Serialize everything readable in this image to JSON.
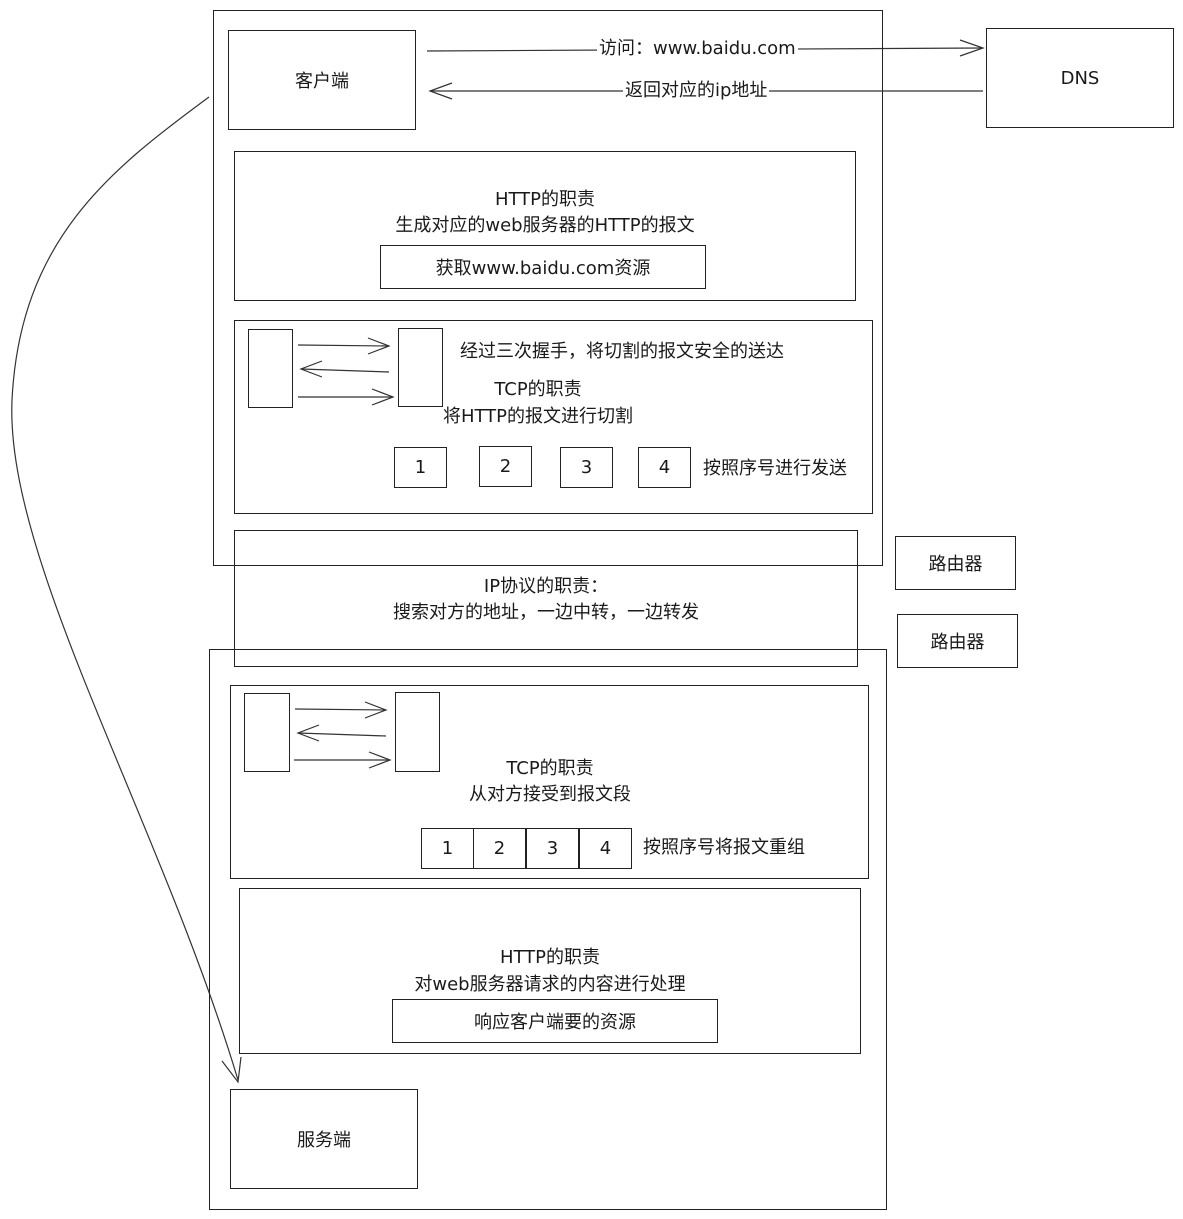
{
  "client": {
    "label": "客户端"
  },
  "dns": {
    "label": "DNS",
    "visit_label": "访问：www.baidu.com",
    "return_label": "返回对应的ip地址"
  },
  "client_http": {
    "line1": "HTTP的职责",
    "line2": "生成对应的web服务器的HTTP的报文",
    "resource": "获取www.baidu.com资源"
  },
  "client_tcp": {
    "handshake": "经过三次握手，将切割的报文安全的送达",
    "line1": "TCP的职责",
    "line2": "将HTTP的报文进行切割",
    "segments": [
      "1",
      "2",
      "3",
      "4"
    ],
    "send_label": "按照序号进行发送"
  },
  "ip": {
    "line1": "IP协议的职责：",
    "line2": "搜索对方的地址，一边中转，一边转发"
  },
  "routers": [
    "路由器",
    "路由器"
  ],
  "server_tcp": {
    "line1": "TCP的职责",
    "line2": "从对方接受到报文段",
    "segments": [
      "1",
      "2",
      "3",
      "4"
    ],
    "reassemble_label": "按照序号将报文重组"
  },
  "server_http": {
    "line1": "HTTP的职责",
    "line2": "对web服务器请求的内容进行处理",
    "response": "响应客户端要的资源"
  },
  "server": {
    "label": "服务端"
  }
}
